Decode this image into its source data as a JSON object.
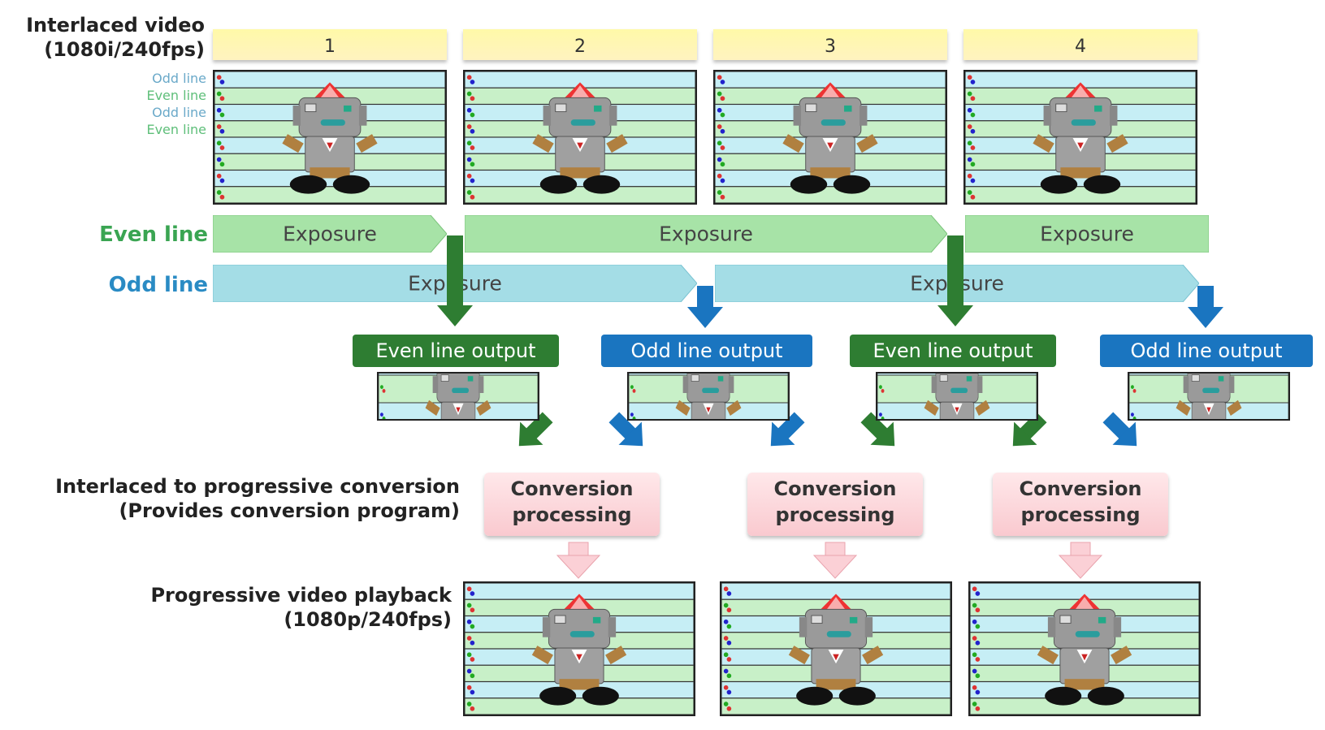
{
  "interlaced": {
    "title_line1": "Interlaced video",
    "title_line2": "(1080i/240fps)",
    "frame_numbers": [
      "1",
      "2",
      "3",
      "4"
    ],
    "line_labels": [
      "Odd line",
      "Even line",
      "Odd line",
      "Even line"
    ]
  },
  "rows": {
    "even": "Even line",
    "odd": "Odd line"
  },
  "exposure_label": "Exposure",
  "outputs": {
    "even": "Even line output",
    "odd": "Odd line output"
  },
  "conversion": {
    "label_line1": "Interlaced to progressive conversion",
    "label_line2": "(Provides conversion program)",
    "box_line1": "Conversion",
    "box_line2": "processing"
  },
  "progressive": {
    "label_line1": "Progressive video playback",
    "label_line2": "(1080p/240fps)"
  },
  "colors": {
    "even_dark": "#2e7d32",
    "odd_dark": "#1a75c0",
    "even_bar": "#a7e3a7",
    "odd_bar": "#a4dde6",
    "frame_header": "#fff9a8",
    "conversion_box": "#f9c9cf"
  }
}
